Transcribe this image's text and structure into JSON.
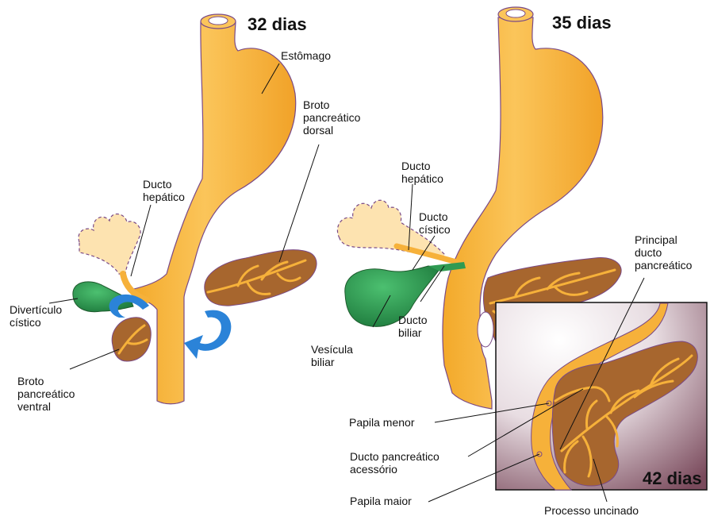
{
  "panels": [
    {
      "title": "32 dias",
      "labels": {
        "stomach": "Estômago",
        "dorsal_bud": [
          "Broto",
          "pancreático",
          "dorsal"
        ],
        "hepatic_duct": [
          "Ducto",
          "hepático"
        ],
        "cystic_diverticulum": [
          "Divertículo",
          "cístico"
        ],
        "ventral_bud": [
          "Broto",
          "pancreático",
          "ventral"
        ]
      }
    },
    {
      "title": "35 dias",
      "labels": {
        "hepatic_duct": [
          "Ducto",
          "hepático"
        ],
        "cystic_duct": [
          "Ducto",
          "cístico"
        ],
        "bile_duct": [
          "Ducto",
          "biliar"
        ],
        "gallbladder": [
          "Vesícula",
          "biliar"
        ]
      }
    },
    {
      "title": "42 dias",
      "labels": {
        "main_pancreatic_duct": [
          "Principal",
          "ducto",
          "pancreático"
        ],
        "minor_papilla": "Papila menor",
        "accessory_duct": [
          "Ducto pancreático",
          "acessório"
        ],
        "major_papilla": "Papila maior",
        "uncinate_process": "Processo uncinado"
      }
    }
  ],
  "colors": {
    "gut": "#f6b13a",
    "pancreas": "#a7662e",
    "gallbladder": "#2f9a52",
    "rotation_arrow": "#2b83d8",
    "inset_bg": "#8a5a6a"
  }
}
